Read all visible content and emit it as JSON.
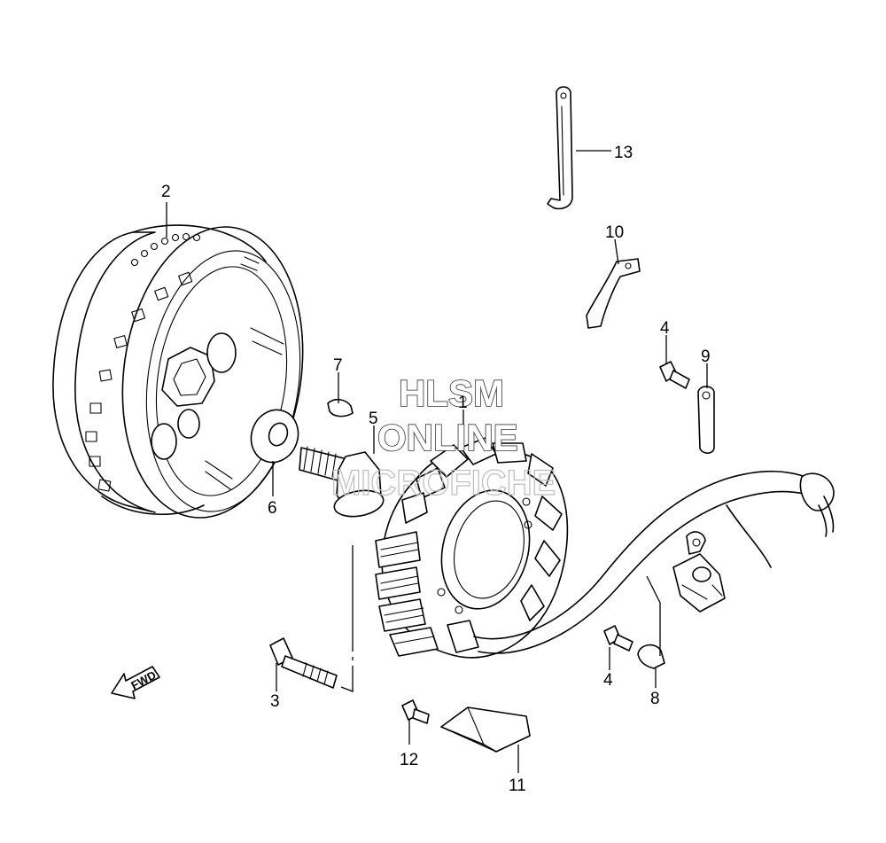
{
  "watermark": {
    "line1": "HLSM",
    "line2": "ONLINE",
    "line3": "MICROFICHE"
  },
  "direction_marker": {
    "label": "FWD",
    "icon": "arrow-left-down-icon"
  },
  "callouts": [
    {
      "id": "c2",
      "label": "2"
    },
    {
      "id": "c13",
      "label": "13"
    },
    {
      "id": "c10",
      "label": "10"
    },
    {
      "id": "c4a",
      "label": "4"
    },
    {
      "id": "c9",
      "label": "9"
    },
    {
      "id": "c7",
      "label": "7"
    },
    {
      "id": "c5",
      "label": "5"
    },
    {
      "id": "c1",
      "label": "1"
    },
    {
      "id": "c6",
      "label": "6"
    },
    {
      "id": "c3",
      "label": "3"
    },
    {
      "id": "c4b",
      "label": "4"
    },
    {
      "id": "c8",
      "label": "8"
    },
    {
      "id": "c12",
      "label": "12"
    },
    {
      "id": "c11",
      "label": "11"
    }
  ]
}
